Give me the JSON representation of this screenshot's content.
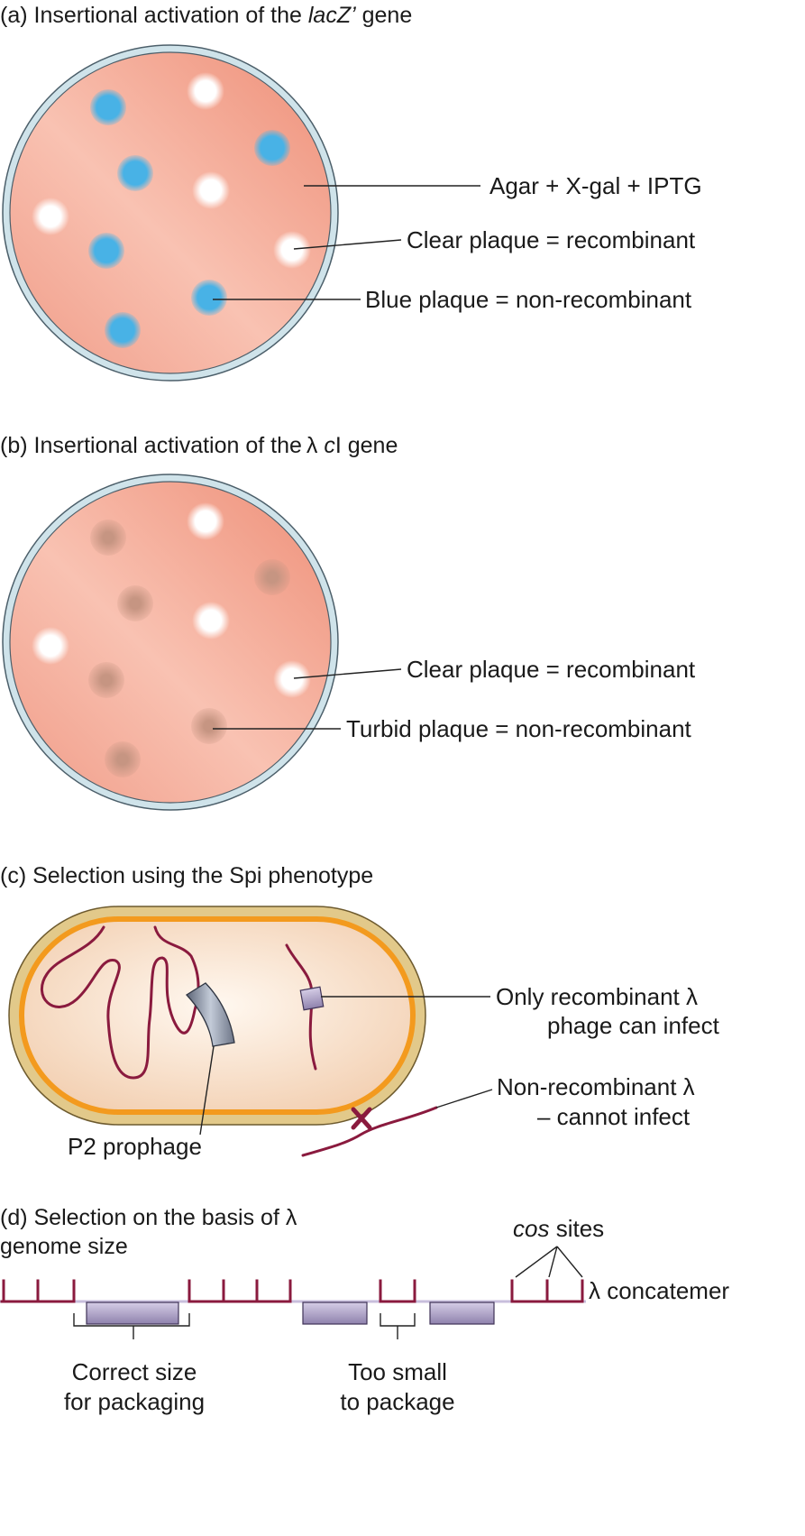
{
  "panel_a": {
    "title_pre": "(a) Insertional activation of the ",
    "title_gene": "lacZ’",
    "title_post": " gene",
    "label_agar": "Agar + X-gal + IPTG",
    "label_clear": "Clear plaque = recombinant",
    "label_blue": "Blue plaque = non-recombinant"
  },
  "panel_b": {
    "title_pre": "(b) Insertional activation of the",
    "title_lambda": "λ ",
    "title_c": "c",
    "title_post": "I gene",
    "label_clear": "Clear plaque = recombinant",
    "label_turbid": "Turbid plaque = non-recombinant"
  },
  "panel_c": {
    "title": "(c) Selection using the Spi phenotype",
    "label_only_1": "Only recombinant λ",
    "label_only_2": "phage can infect",
    "label_non_1": "Non-recombinant λ",
    "label_non_2": "– cannot infect",
    "label_p2": "P2 prophage"
  },
  "panel_d": {
    "title_1": "(d) Selection on the basis of λ",
    "title_2": "genome size",
    "label_cos": "cos",
    "label_sites": " sites",
    "label_concatemer": "λ concatemer",
    "label_correct_1": "Correct size",
    "label_correct_2": "for packaging",
    "label_small_1": "Too small",
    "label_small_2": "to package"
  },
  "colors": {
    "agar": "#f2a08c",
    "blue_plaque": "#4ab3e4",
    "turbid_plaque": "#c99a86",
    "dish_rim": "#cfe3ea",
    "cell_wall": "#f39a1e",
    "dna": "#8a1a3e",
    "prophage": "#7d879a"
  }
}
